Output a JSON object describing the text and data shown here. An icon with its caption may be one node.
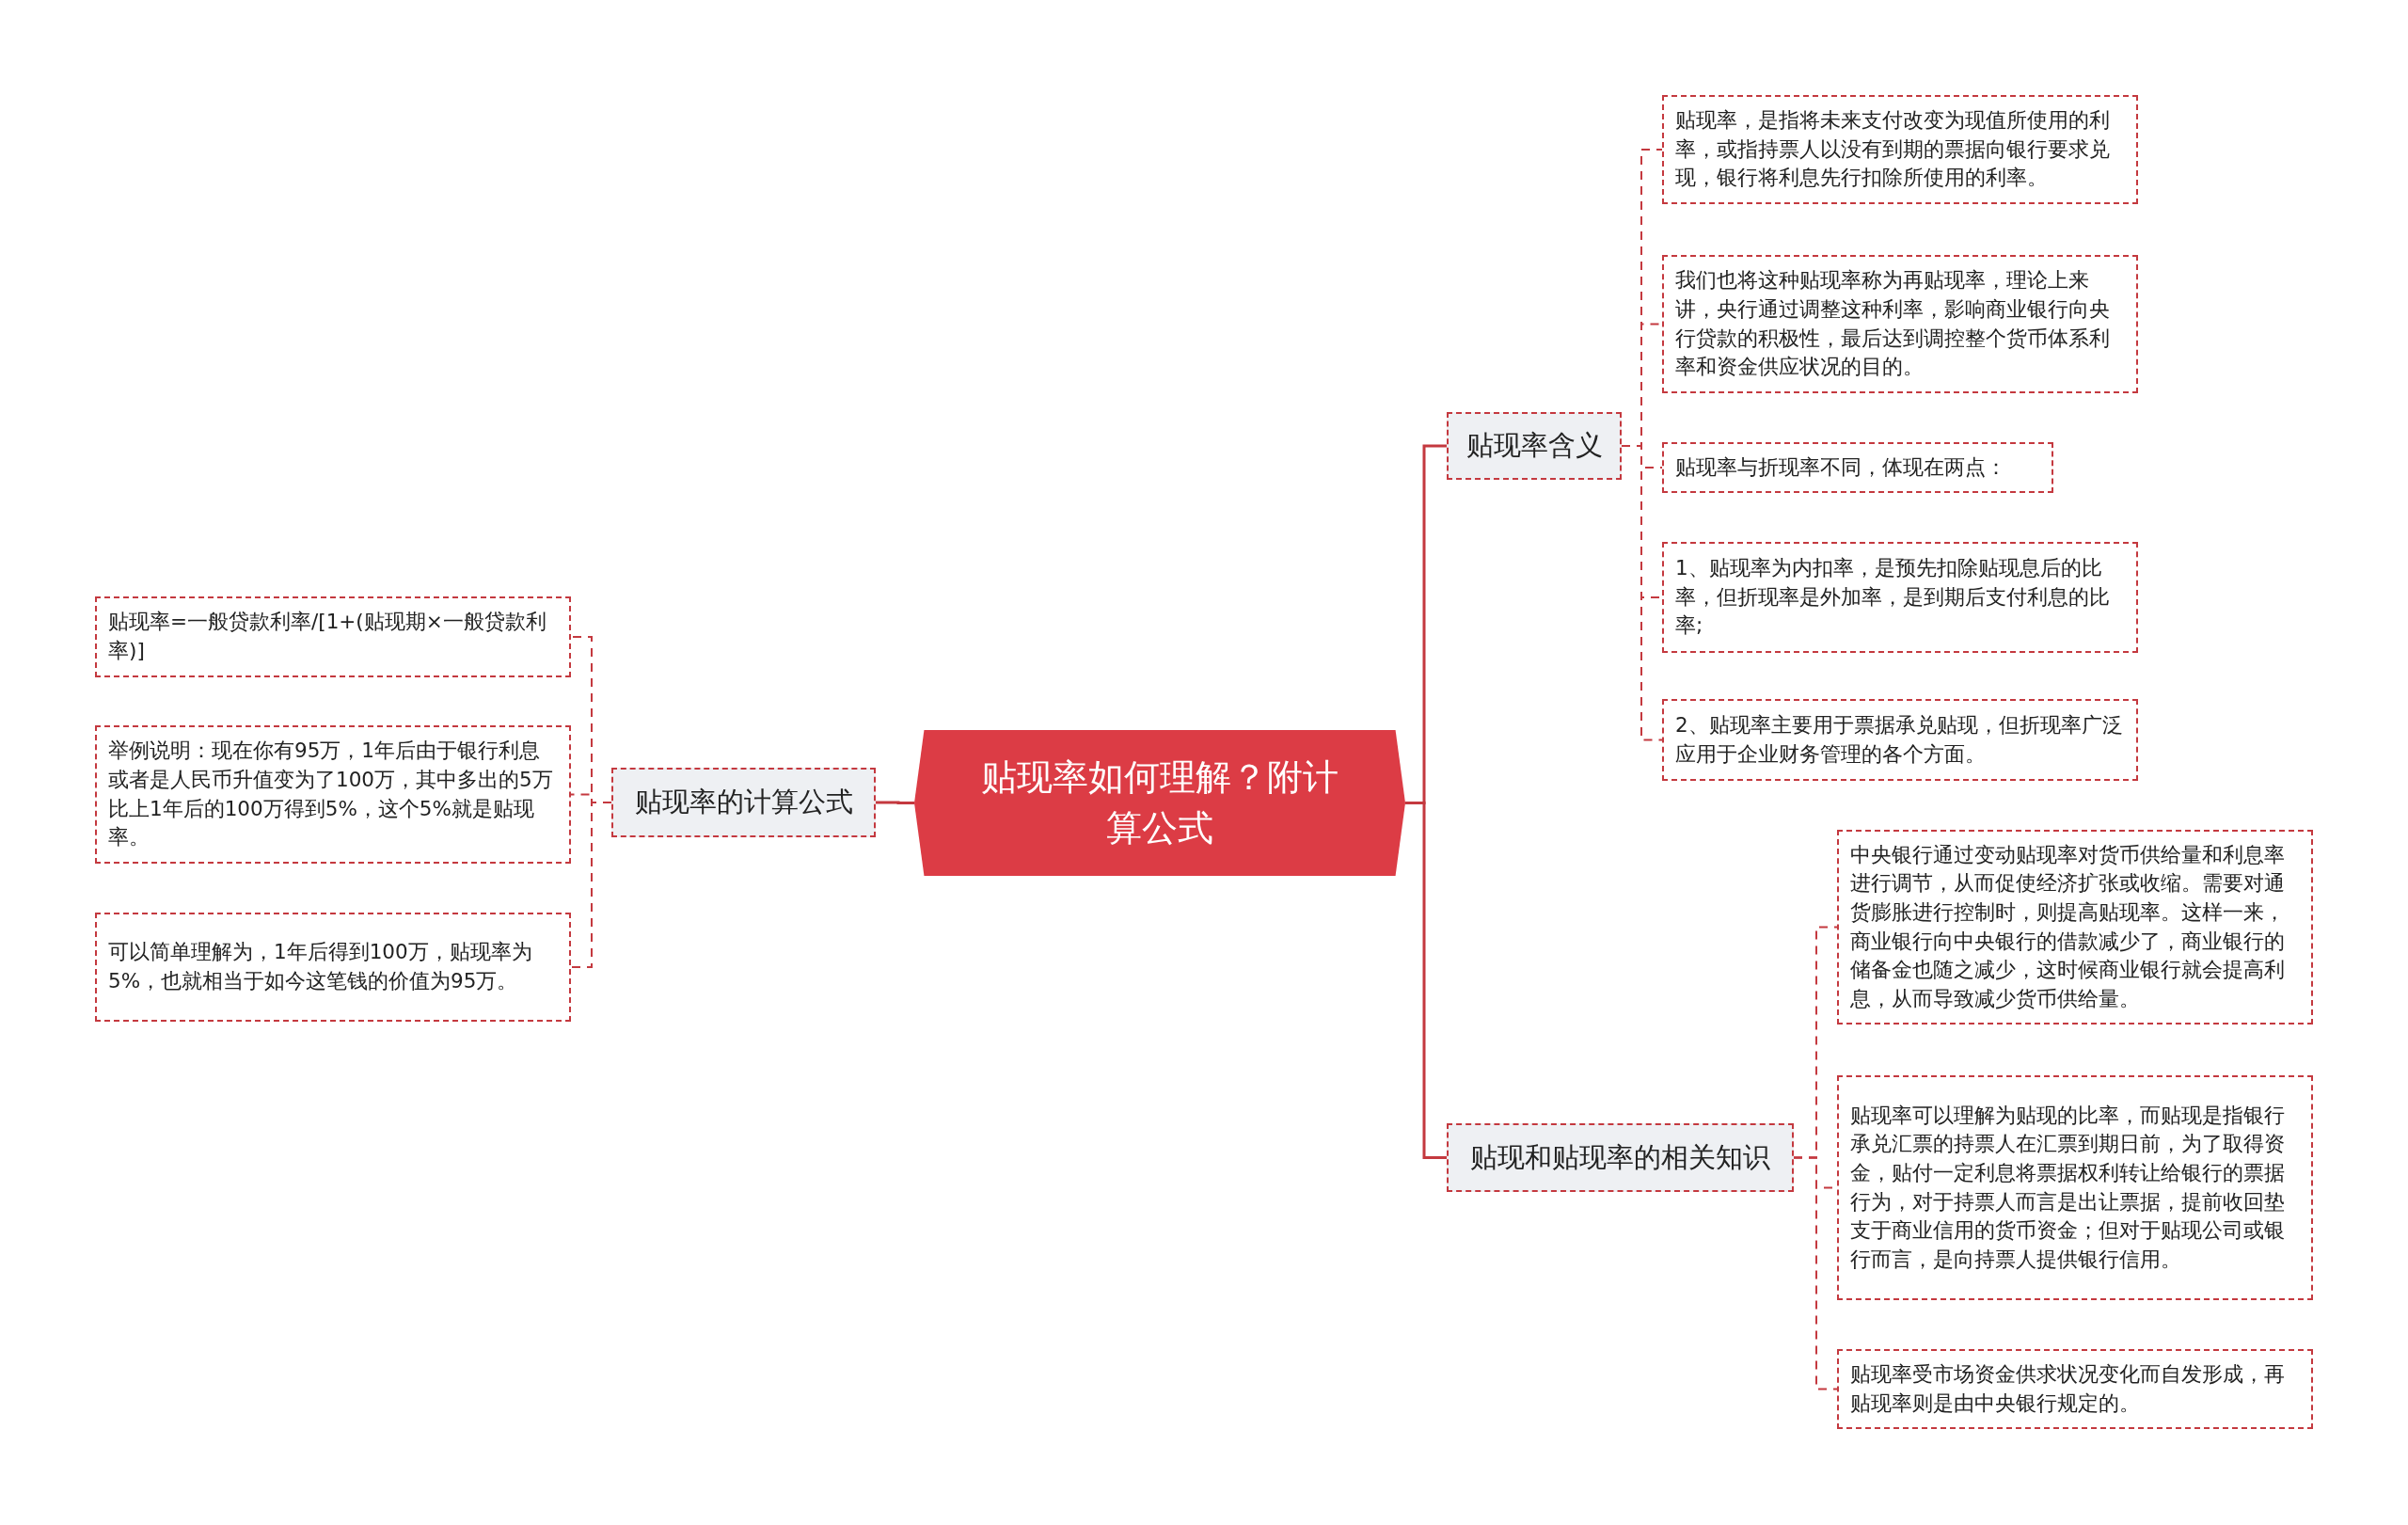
{
  "diagram": {
    "nodes": [
      {
        "text": [
          "贴现率如何理解？附计算公式"
        ]
      },
      {
        "text": [
          "贴现率的计算公式"
        ]
      },
      {
        "text": [
          "贴现率=一般贷款利率/[1+(贴现期×一般贷款利率)]"
        ]
      },
      {
        "text": [
          "举例说明：现在你有95万，1年后由于银行利息或者是人民币升值变为了100万，其中多出的5万比上1年后的100万得到5%，这个5%就是贴现率。"
        ]
      },
      {
        "text": [
          "可以简单理解为，1年后得到100万，贴现率为5%，也就相当于如今这笔钱的价值为95万。"
        ]
      },
      {
        "text": [
          "贴现率含义"
        ]
      },
      {
        "text": [
          "贴现率，是指将未来支付改变为现值所使用的利率，或指持票人以没有到期的票据向银行要求兑现，银行将利息先行扣除所使用的利率。"
        ]
      },
      {
        "text": [
          "我们也将这种贴现率称为再贴现率，理论上来讲，央行通过调整这种利率，影响商业银行向央行贷款的积极性，最后达到调控整个货币体系利率和资金供应状况的目的。"
        ]
      },
      {
        "text": [
          "贴现率与折现率不同，体现在两点："
        ]
      },
      {
        "text": [
          "1、贴现率为内扣率，是预先扣除贴现息后的比率，但折现率是外加率，是到期后支付利息的比率;"
        ]
      },
      {
        "text": [
          "2、贴现率主要用于票据承兑贴现，但折现率广泛应用于企业财务管理的各个方面。"
        ]
      },
      {
        "text": [
          "贴现和贴现率的相关知识"
        ]
      },
      {
        "text": [
          "中央银行通过变动贴现率对货币供给量和利息率进行调节，从而促使经济扩张或收缩。需要对通货膨胀进行控制时，则提高贴现率。这样一来，商业银行向中央银行的借款减少了，商业银行的储备金也随之减少，这时候商业银行就会提高利息，从而导致减少货币供给量。"
        ]
      },
      {
        "text": [
          "贴现率可以理解为贴现的比率，而贴现是指银行承兑汇票的持票人在汇票到期日前，为了取得资金，贴付一定利息将票据权利转让给银行的票据行为，对于持票人而言是出让票据，提前收回垫支于商业信用的货币资金；但对于贴现公司或银行而言，是向持票人提供银行信用。"
        ]
      },
      {
        "text": [
          "贴现率受市场资金供求状况变化而自发形成，再贴现率则是由中央银行规定的。"
        ]
      }
    ],
    "edges": [
      {
        "from": 0,
        "to": 1,
        "arrow": "none"
      },
      {
        "from": 1,
        "to": 2,
        "arrow": "none",
        "style": "dashed"
      },
      {
        "from": 1,
        "to": 3,
        "arrow": "none",
        "style": "dashed"
      },
      {
        "from": 1,
        "to": 4,
        "arrow": "none",
        "style": "dashed"
      },
      {
        "from": 0,
        "to": 5,
        "arrow": "none"
      },
      {
        "from": 5,
        "to": 6,
        "arrow": "none",
        "style": "dashed"
      },
      {
        "from": 5,
        "to": 7,
        "arrow": "none",
        "style": "dashed"
      },
      {
        "from": 5,
        "to": 8,
        "arrow": "none",
        "style": "dashed"
      },
      {
        "from": 5,
        "to": 9,
        "arrow": "none",
        "style": "dashed"
      },
      {
        "from": 5,
        "to": 10,
        "arrow": "none",
        "style": "dashed"
      },
      {
        "from": 0,
        "to": 11,
        "arrow": "none"
      },
      {
        "from": 11,
        "to": 12,
        "arrow": "none",
        "style": "dashed"
      },
      {
        "from": 11,
        "to": 13,
        "arrow": "none",
        "style": "dashed"
      },
      {
        "from": 11,
        "to": 14,
        "arrow": "none",
        "style": "dashed"
      }
    ]
  }
}
